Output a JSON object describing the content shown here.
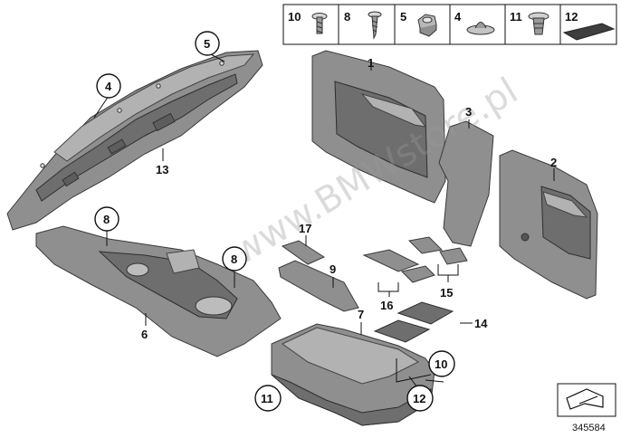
{
  "hardware_table": {
    "cells": [
      {
        "label": "10",
        "icon": "torx-screw-icon"
      },
      {
        "label": "8",
        "icon": "tapping-screw-icon"
      },
      {
        "label": "5",
        "icon": "hex-nut-icon"
      },
      {
        "label": "4",
        "icon": "expanding-rivet-icon"
      },
      {
        "label": "11",
        "icon": "clip-icon"
      },
      {
        "label": "12",
        "icon": "adhesive-pad-icon"
      }
    ]
  },
  "callouts": {
    "c1": "1",
    "c2": "2",
    "c3": "3",
    "c4": "4",
    "c5": "5",
    "c6": "6",
    "c7": "7",
    "c8a": "8",
    "c8b": "8",
    "c9": "9",
    "c10": "10",
    "c11": "11",
    "c12": "12",
    "c13": "13",
    "c14": "14",
    "c15": "15",
    "c16": "16",
    "c17": "17"
  },
  "reference_number": "345584",
  "watermark": "www.BMWstore.pl",
  "colors": {
    "part": "#8f8f8f",
    "part_dark": "#6e6e6e",
    "line": "#111111"
  }
}
